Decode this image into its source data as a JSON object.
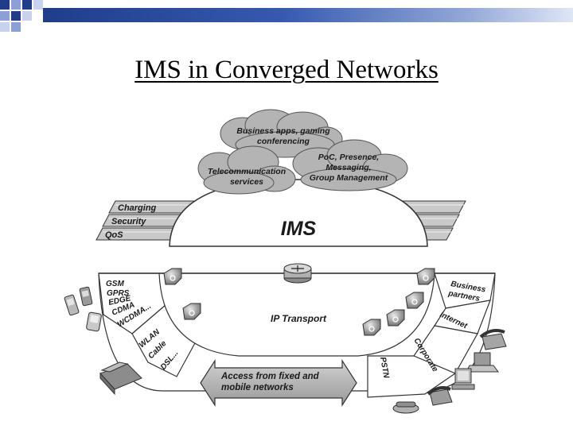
{
  "slide": {
    "title": "IMS in Converged Networks"
  },
  "diagram": {
    "clouds": {
      "business_apps": [
        "Business apps, gaming",
        "conferencing"
      ],
      "poc": [
        "PoC, Presence,",
        "Messaging,",
        "Group Management"
      ],
      "telecom": [
        "Telecommunication",
        "services"
      ]
    },
    "layers": [
      "Charging",
      "Security",
      "QoS"
    ],
    "ims_label": "IMS",
    "transport_label": "IP Transport",
    "access_label": [
      "Access from fixed and",
      "mobile networks"
    ],
    "access_segments": {
      "mobile": [
        "GSM",
        "GPRS",
        "EDGE",
        "CDMA",
        "WCDMA..."
      ],
      "fixed": [
        "WLAN",
        "Cable",
        "DSL..."
      ],
      "business": [
        "Business",
        "partners"
      ],
      "internet": "Internet",
      "corporate": "Corporate",
      "pstn": "PSTN"
    }
  },
  "colors": {
    "header_bar": "#3659b0",
    "cloud": "#b3b3b3",
    "panel": "#c8c8c8"
  },
  "icons": [
    "router-icon",
    "gateway-icon",
    "mobile-phone-icon",
    "laptop-icon",
    "desktop-computer-icon",
    "desk-phone-icon"
  ]
}
